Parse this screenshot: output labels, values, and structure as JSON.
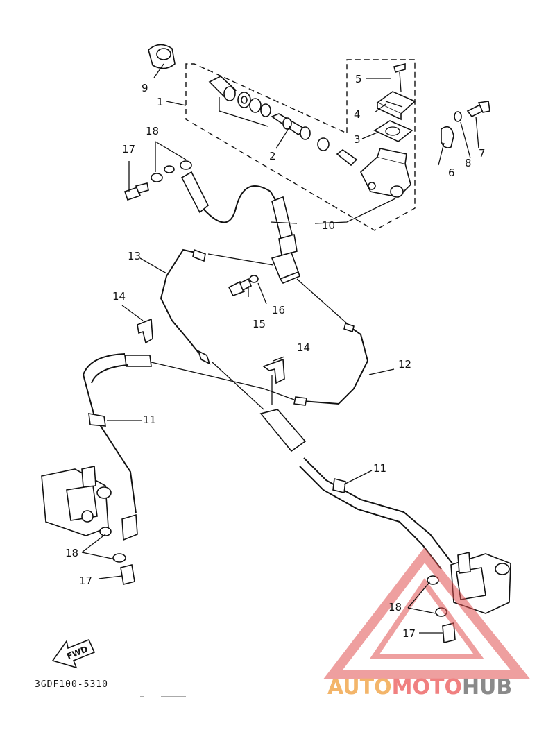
{
  "diagram": {
    "code": "3GDF100-5310",
    "fwd_label": "FWD",
    "callouts": {
      "p1": "1",
      "p2": "2",
      "p3": "3",
      "p4": "4",
      "p5": "5",
      "p6": "6",
      "p7": "7",
      "p8": "8",
      "p9": "9",
      "p10": "10",
      "p11a": "11",
      "p11b": "11",
      "p12": "12",
      "p13": "13",
      "p14a": "14",
      "p14b": "14",
      "p15": "15",
      "p16": "16",
      "p17a": "17",
      "p17b": "17",
      "p17c": "17",
      "p18a": "18",
      "p18b": "18",
      "p18c": "18"
    }
  },
  "watermark": {
    "part1": "AUTO",
    "part2": "MOTO",
    "part3": "HUB",
    "colors": {
      "auto": "#f3b56a",
      "moto": "#f08080",
      "hub": "#8a8a8a",
      "triangle": "#e05050"
    }
  }
}
